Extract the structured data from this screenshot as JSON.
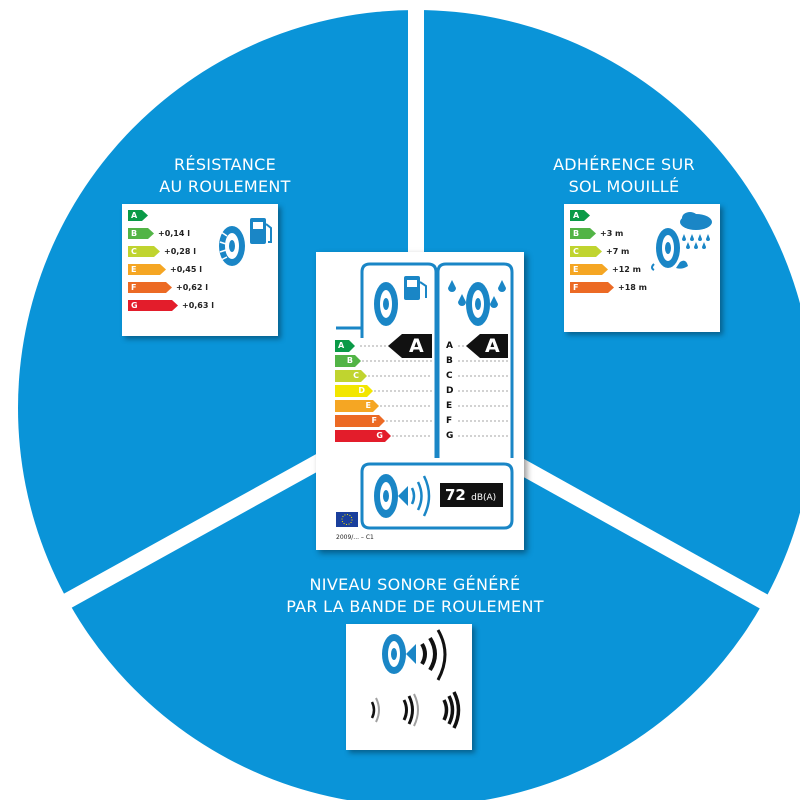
{
  "colors": {
    "pie_blue": "#0a94d8",
    "label_blue": "#1a86c6",
    "energy_scale": [
      "#0a9a47",
      "#52b446",
      "#c0d42f",
      "#f2e600",
      "#f5a623",
      "#ec6a24",
      "#e31d2b"
    ]
  },
  "sections": {
    "rolling_resistance": {
      "title_line1": "RÉSISTANCE",
      "title_line2": "AU ROULEMENT",
      "icon": "tire-fuel-pump-icon",
      "grades": [
        {
          "letter": "A",
          "value": ""
        },
        {
          "letter": "B",
          "value": "+0,14 l"
        },
        {
          "letter": "C",
          "value": "+0,28 l"
        },
        {
          "letter": "E",
          "value": "+0,45 l"
        },
        {
          "letter": "F",
          "value": "+0,62 l"
        },
        {
          "letter": "G",
          "value": "+0,63 l"
        }
      ]
    },
    "wet_grip": {
      "title_line1": "ADHÉRENCE SUR",
      "title_line2": "SOL MOUILLÉ",
      "icon": "tire-rain-cloud-icon",
      "grades": [
        {
          "letter": "A",
          "value": ""
        },
        {
          "letter": "B",
          "value": "+3 m"
        },
        {
          "letter": "C",
          "value": "+7 m"
        },
        {
          "letter": "E",
          "value": "+12 m"
        },
        {
          "letter": "F",
          "value": "+18 m"
        }
      ]
    },
    "noise": {
      "title_line1": "NIVEAU SONORE GÉNÉRÉ",
      "title_line2": "PAR LA BANDE DE ROULEMENT",
      "icon": "tire-sound-waves-icon"
    }
  },
  "eu_label": {
    "fuel_rating": "A",
    "wet_rating": "A",
    "fuel_scale": [
      "A",
      "B",
      "C",
      "D",
      "E",
      "F",
      "G"
    ],
    "wet_scale": [
      "A",
      "B",
      "C",
      "D",
      "E",
      "F",
      "G"
    ],
    "noise_value": "72",
    "noise_unit": "dB(A)",
    "regulation": "2009/... – C1"
  }
}
